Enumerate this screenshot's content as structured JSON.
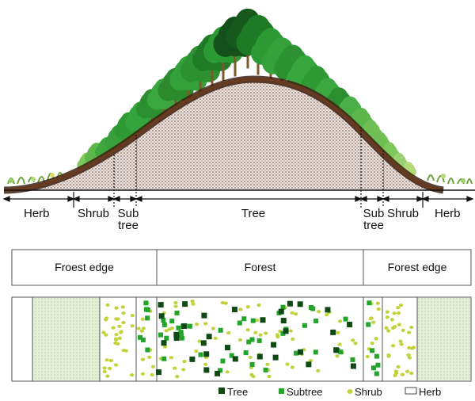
{
  "profile_labels": {
    "herb_left": "Herb",
    "shrub_left": "Shrub",
    "subtree_left": [
      "Sub",
      "tree"
    ],
    "tree": "Tree",
    "subtree_right": [
      "Sub",
      "tree"
    ],
    "shrub_right": "Shrub",
    "herb_right": "Herb"
  },
  "zones": {
    "left": "Froest edge",
    "center": "Forest",
    "right": "Forest edge"
  },
  "legend": {
    "tree": "Tree",
    "subtree": "Subtree",
    "shrub": "Shrub",
    "herb": "Herb"
  },
  "colors": {
    "tree": "#0f4a14",
    "subtree": "#22a52a",
    "shrub": "#c2d23a",
    "herb_fill": "#d8ecc8",
    "hill_fill": "#cbb8b2",
    "hill_outline": "#4a2814"
  }
}
